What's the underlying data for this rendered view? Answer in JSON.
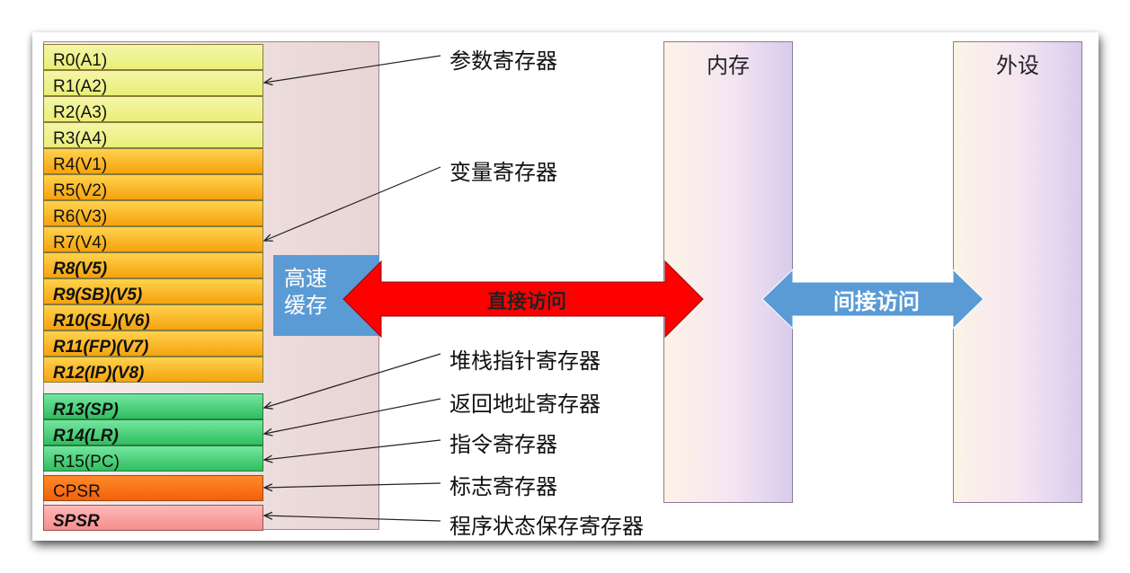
{
  "registers": [
    {
      "label": "R0(A1)",
      "style": "y",
      "bold": false
    },
    {
      "label": "R1(A2)",
      "style": "y",
      "bold": false
    },
    {
      "label": "R2(A3)",
      "style": "y",
      "bold": false
    },
    {
      "label": "R3(A4)",
      "style": "y",
      "bold": false
    },
    {
      "label": "R4(V1)",
      "style": "o",
      "bold": false
    },
    {
      "label": "R5(V2)",
      "style": "o",
      "bold": false
    },
    {
      "label": "R6(V3)",
      "style": "o",
      "bold": false
    },
    {
      "label": "R7(V4)",
      "style": "o",
      "bold": false
    },
    {
      "label": "R8(V5)",
      "style": "o",
      "bold": true
    },
    {
      "label": "R9(SB)(V5)",
      "style": "o",
      "bold": true
    },
    {
      "label": "R10(SL)(V6)",
      "style": "o",
      "bold": true
    },
    {
      "label": "R11(FP)(V7)",
      "style": "o",
      "bold": true
    },
    {
      "label": "R12(IP)(V8)",
      "style": "o",
      "bold": true
    },
    {
      "label": "R13(SP)",
      "style": "g",
      "bold": true
    },
    {
      "label": "R14(LR)",
      "style": "g",
      "bold": true
    },
    {
      "label": "R15(PC)",
      "style": "g",
      "bold": false
    },
    {
      "label": "CPSR",
      "style": "r",
      "bold": false
    },
    {
      "label": "SPSR",
      "style": "p",
      "bold": true
    }
  ],
  "cache": {
    "line1": "高速",
    "line2": "缓存"
  },
  "memory_label": "内存",
  "peripheral_label": "外设",
  "direct_access": "直接访问",
  "indirect_access": "间接访问",
  "annotations": {
    "param": "参数寄存器",
    "variable": "变量寄存器",
    "stack": "堆栈指针寄存器",
    "return": "返回地址寄存器",
    "instruction": "指令寄存器",
    "flags": "标志寄存器",
    "saved": "程序状态保存寄存器"
  },
  "colors": {
    "red_arrow": "#ff0000",
    "blue_arrow": "#5b9bd5",
    "cache_bg": "#5b9bd5"
  }
}
